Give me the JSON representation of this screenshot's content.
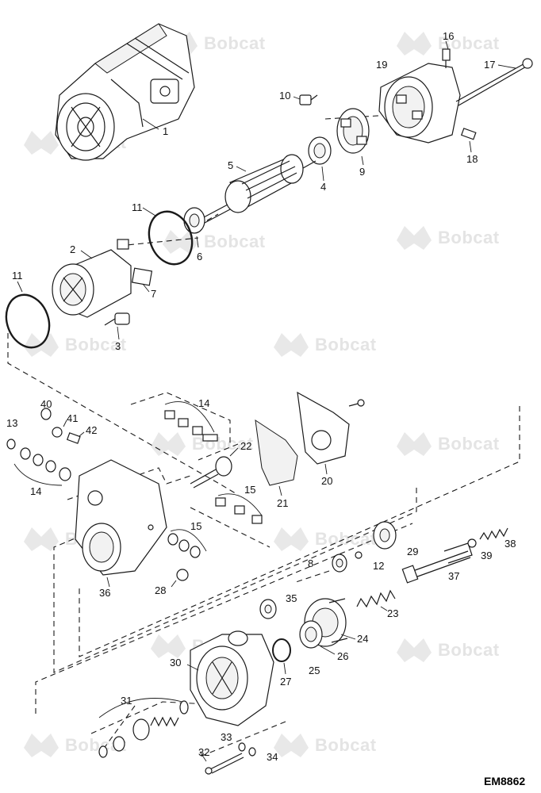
{
  "watermark": {
    "text": "Bobcat",
    "logo_icon": "bobcat-logo-icon"
  },
  "figure_code": "EM8862",
  "callouts": [
    "1",
    "2",
    "3",
    "4",
    "5",
    "6",
    "7",
    "8",
    "9",
    "10",
    "11",
    "11",
    "12",
    "13",
    "14",
    "14",
    "15",
    "15",
    "16",
    "17",
    "18",
    "19",
    "20",
    "21",
    "22",
    "23",
    "24",
    "25",
    "26",
    "27",
    "28",
    "29",
    "30",
    "31",
    "32",
    "33",
    "34",
    "35",
    "36",
    "37",
    "38",
    "39",
    "40",
    "41",
    "42"
  ]
}
